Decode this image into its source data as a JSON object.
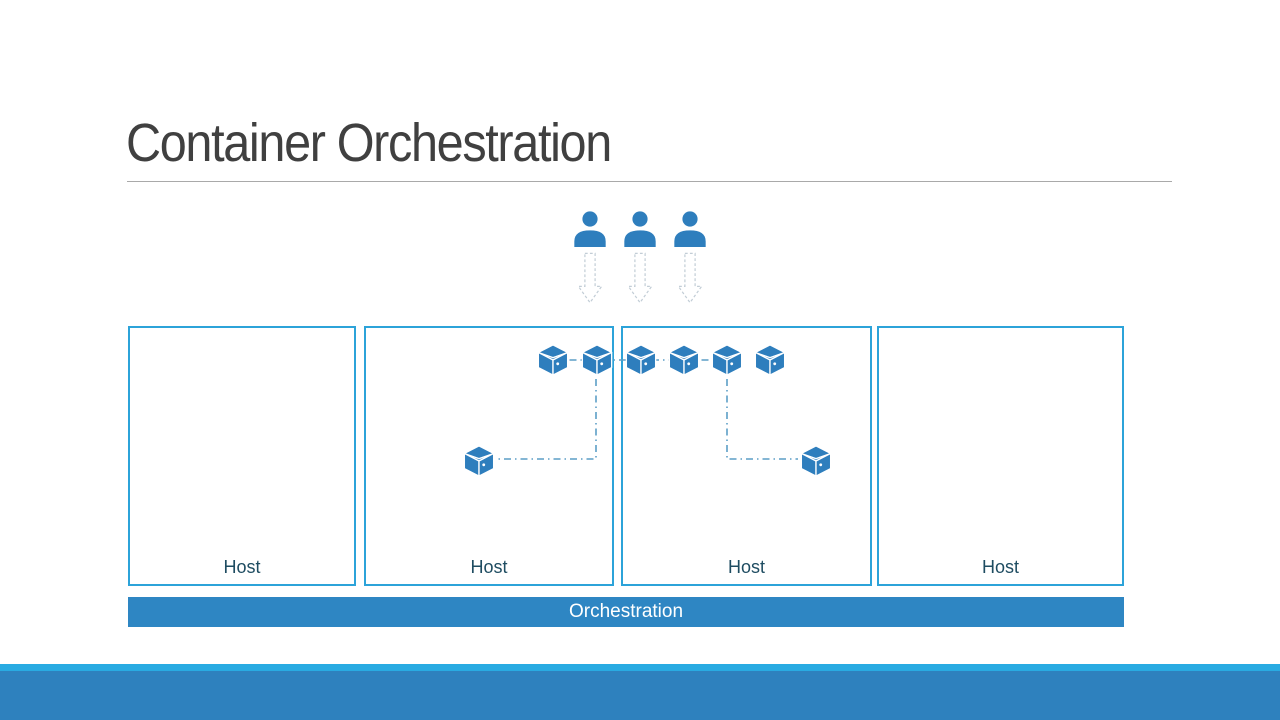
{
  "slide_title": "Container Orchestration",
  "users": {
    "count": 3,
    "icon": "user-icon"
  },
  "request_arrows": {
    "count": 3,
    "icon": "dashed-down-arrow-icon",
    "direction": "down"
  },
  "hosts": [
    {
      "label": "Host",
      "top_containers": 0,
      "scheduled_containers": 0
    },
    {
      "label": "Host",
      "top_containers": 2,
      "scheduled_containers": 1
    },
    {
      "label": "Host",
      "top_containers": 4,
      "scheduled_containers": 1
    },
    {
      "label": "Host",
      "top_containers": 0,
      "scheduled_containers": 0
    }
  ],
  "container_row": {
    "icon": "container-box-icon",
    "count": 6,
    "linked_pairs": [
      [
        1,
        2
      ],
      [
        2,
        3
      ],
      [
        3,
        4
      ],
      [
        4,
        5
      ]
    ]
  },
  "orchestration": {
    "label": "Orchestration"
  },
  "colors": {
    "accent_blue": "#2E7EBD",
    "host_border": "#2CA3D9",
    "connector": "#5C9EC6",
    "arrow_outline": "#C2CDD6",
    "title_text": "#404040",
    "host_label": "#1E4C61",
    "bar_fill": "#2E86C3",
    "bar_text": "#FFFFFF",
    "footer_stripe": "#29ABE2",
    "footer_band": "#2E81BE",
    "rule": "#A9A9A9"
  }
}
